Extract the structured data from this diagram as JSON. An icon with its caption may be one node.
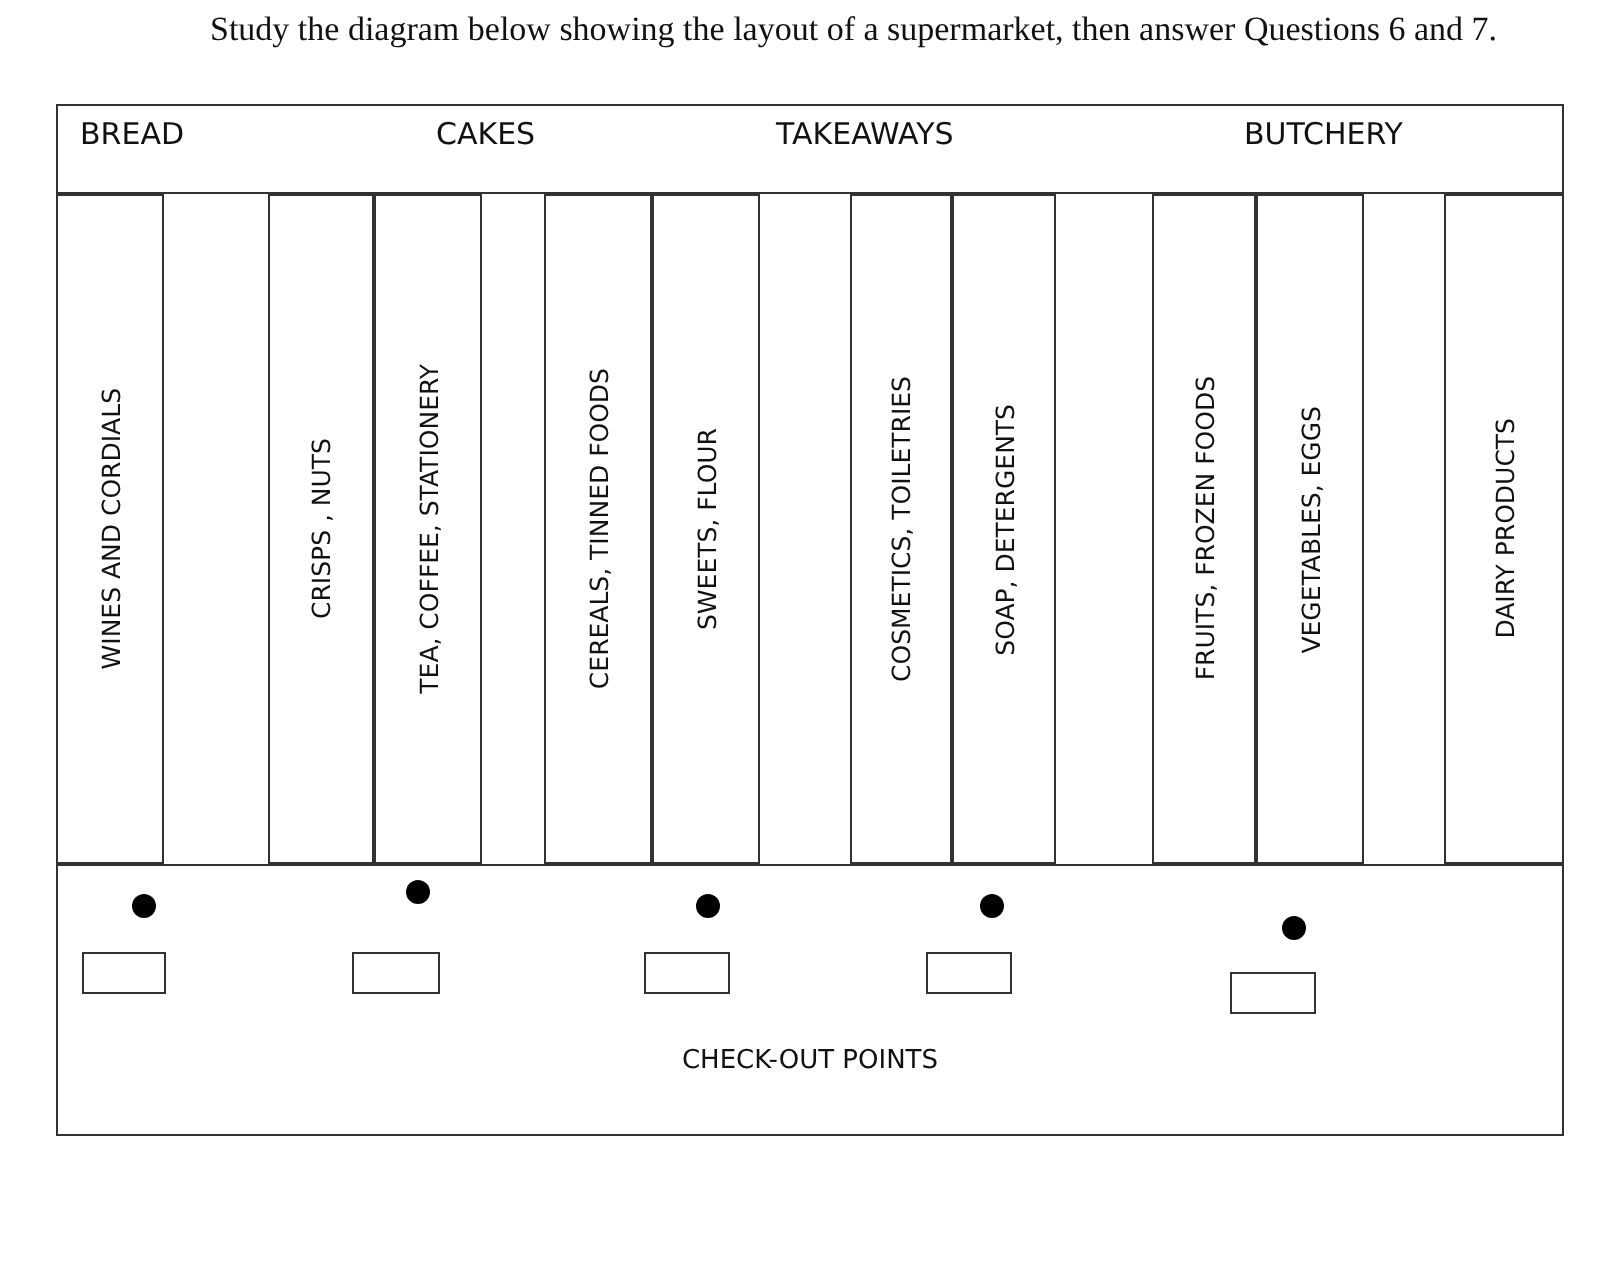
{
  "diagram": {
    "nodes": [
      {
        "text": [
          "BREAD",
          "CAKES",
          "TAKEAWAYS",
          "BUTCHERY"
        ]
      },
      {
        "text": [
          "WINES AND CORDIALS"
        ]
      },
      {
        "text": [
          "CRISPS , NUTS"
        ]
      },
      {
        "text": [
          "TEA, COFFEE, STATIONERY"
        ]
      },
      {
        "text": [
          "CEREALS, TINNED FOODS"
        ]
      },
      {
        "text": [
          "SWEETS, FLOUR"
        ]
      },
      {
        "text": [
          "COSMETICS, TOILETRIES"
        ]
      },
      {
        "text": [
          "SOAP, DETERGENTS"
        ]
      },
      {
        "text": [
          "FRUITS, FROZEN FOODS"
        ]
      },
      {
        "text": [
          "VEGETABLES, EGGS"
        ]
      },
      {
        "text": [
          "DAIRY PRODUCTS"
        ]
      },
      {
        "text": [
          "CHECK-OUT POINTS"
        ]
      },
      {
        "text": [],
        "shape": "circle",
        "in": 11
      },
      {
        "text": [],
        "shape": "circle",
        "in": 11
      },
      {
        "text": [],
        "shape": "circle",
        "in": 11
      },
      {
        "text": [],
        "shape": "circle",
        "in": 11
      },
      {
        "text": [],
        "shape": "circle",
        "in": 11
      },
      {
        "text": [],
        "shape": "box",
        "in": 11
      },
      {
        "text": [],
        "shape": "box",
        "in": 11
      },
      {
        "text": [],
        "shape": "box",
        "in": 11
      },
      {
        "text": [],
        "shape": "box",
        "in": 11
      },
      {
        "text": [],
        "shape": "box",
        "in": 11
      }
    ],
    "labels": [
      "Study the diagram below showing the layout of a supermarket, then answer Questions 6 and 7."
    ]
  }
}
